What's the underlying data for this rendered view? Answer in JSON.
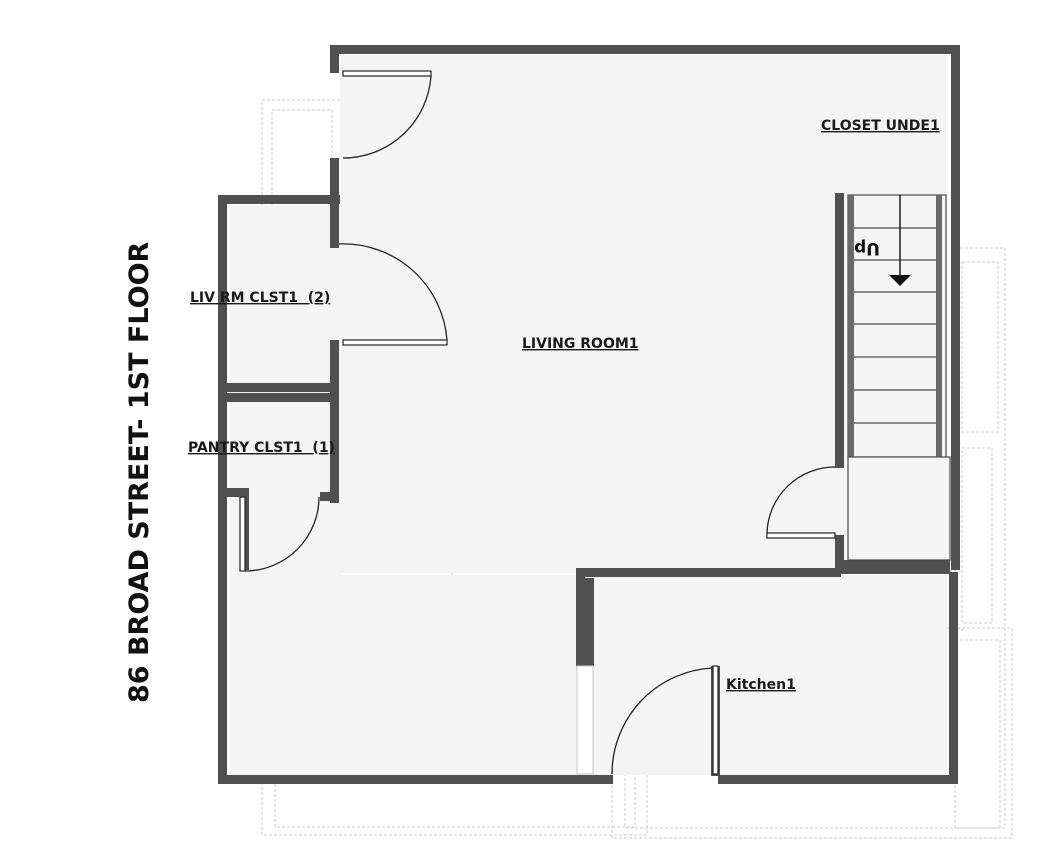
{
  "plan": {
    "title": "86 BROAD STREET- 1ST FLOOR",
    "rooms": {
      "living_room": "LIVING ROOM1",
      "closet_under": "CLOSET UNDE1",
      "liv_rm_closet": "LIV RM CLST1  (2)",
      "pantry_closet": "PANTRY CLST1  (1)",
      "kitchen": "Kitchen1"
    },
    "stair_label": "Up",
    "colors": {
      "wall": "#505050",
      "floor": "#f4f4f4",
      "ghost": "#c8c8c8"
    }
  }
}
